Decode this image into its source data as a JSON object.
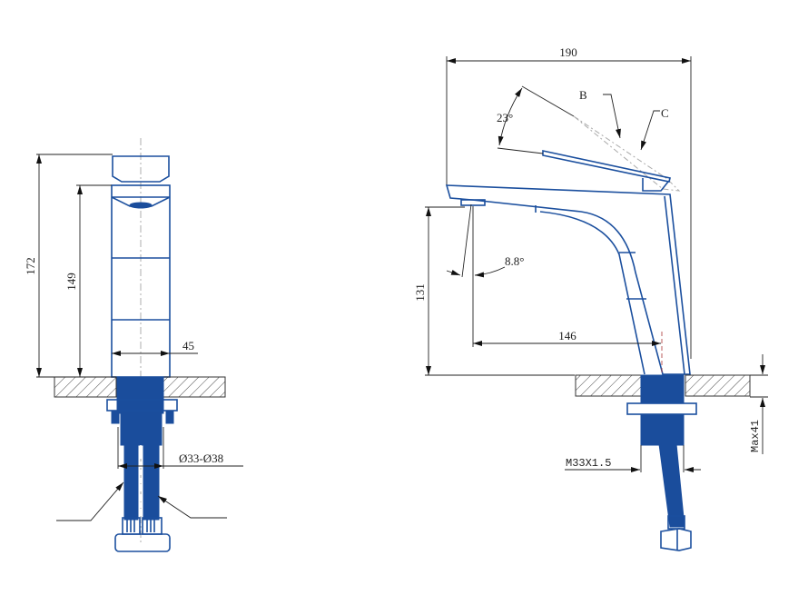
{
  "colors": {
    "drawing_blue": "#1b4f9e",
    "dimension_line": "#222222"
  },
  "front_view": {
    "dim_total_height": "172",
    "dim_body_height": "149",
    "dim_body_width": "45",
    "dim_hole_diameter": "Ø33-Ø38"
  },
  "side_view": {
    "dim_total_length": "190",
    "dim_handle_angle": "23°",
    "label_b": "B",
    "label_c": "C",
    "dim_outlet_angle": "8.8°",
    "dim_spout_height": "131",
    "dim_spout_reach": "146",
    "dim_thread": "M33X1.5",
    "dim_max_deck": "Max41"
  }
}
